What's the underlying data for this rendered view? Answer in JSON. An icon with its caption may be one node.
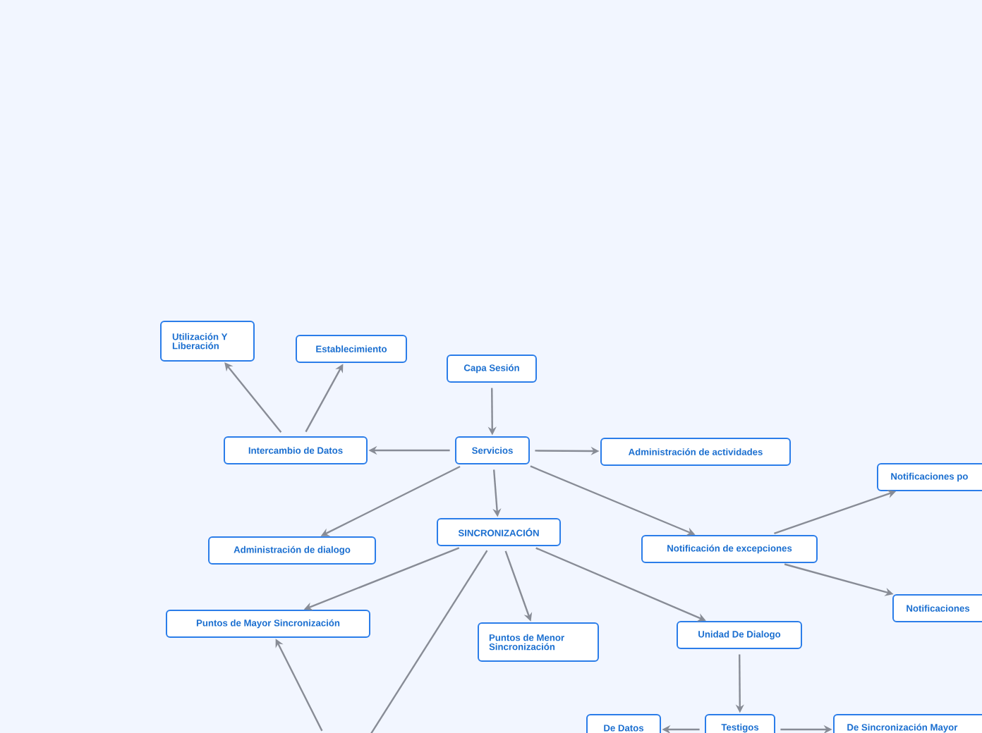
{
  "diagram": {
    "nodes": [
      {
        "text": [
          "Capa Sesión"
        ]
      },
      {
        "text": [
          "Servicios"
        ]
      },
      {
        "text": [
          "Intercambio de Datos"
        ]
      },
      {
        "text": [
          "Utilización Y Liberación"
        ]
      },
      {
        "text": [
          "Establecimiento"
        ]
      },
      {
        "text": [
          "Administración de actividades"
        ]
      },
      {
        "text": [
          "Administración de dialogo"
        ]
      },
      {
        "text": [
          "SINCRONIZACIÓN"
        ]
      },
      {
        "text": [
          "Notificación de excepciones"
        ]
      },
      {
        "text": [
          "Notificaciones po"
        ]
      },
      {
        "text": [
          "Notificaciones"
        ]
      },
      {
        "text": [
          "Puntos de  Mayor Sincronización"
        ]
      },
      {
        "text": [
          "Puntos de Menor Sincronización"
        ]
      },
      {
        "text": [
          "Unidad De Dialogo"
        ]
      },
      {
        "text": [
          "De Datos"
        ]
      },
      {
        "text": [
          "Testigos"
        ]
      },
      {
        "text": [
          "De Sincronización Mayor"
        ]
      }
    ],
    "edges": [
      {
        "from": 0,
        "to": 1,
        "arrow": "to"
      },
      {
        "from": 1,
        "to": 2,
        "arrow": "to"
      },
      {
        "from": 2,
        "to": 3,
        "arrow": "to"
      },
      {
        "from": 2,
        "to": 4,
        "arrow": "to"
      },
      {
        "from": 1,
        "to": 5,
        "arrow": "to"
      },
      {
        "from": 1,
        "to": 6,
        "arrow": "to"
      },
      {
        "from": 1,
        "to": 7,
        "arrow": "to"
      },
      {
        "from": 1,
        "to": 8,
        "arrow": "to"
      },
      {
        "from": 8,
        "to": 9,
        "arrow": "to"
      },
      {
        "from": 8,
        "to": 10,
        "arrow": "to"
      },
      {
        "from": 7,
        "to": 11,
        "arrow": "to"
      },
      {
        "from": 7,
        "to": 12,
        "arrow": "to"
      },
      {
        "from": 7,
        "to": 13,
        "arrow": "to"
      },
      {
        "from": 13,
        "to": 15,
        "arrow": "to"
      },
      {
        "from": 15,
        "to": 14,
        "arrow": "to"
      },
      {
        "from": 15,
        "to": 16,
        "arrow": "to"
      },
      {
        "from": 7,
        "to": null,
        "arrow": "none"
      },
      {
        "from": null,
        "to": 11,
        "arrow": "to"
      }
    ]
  }
}
